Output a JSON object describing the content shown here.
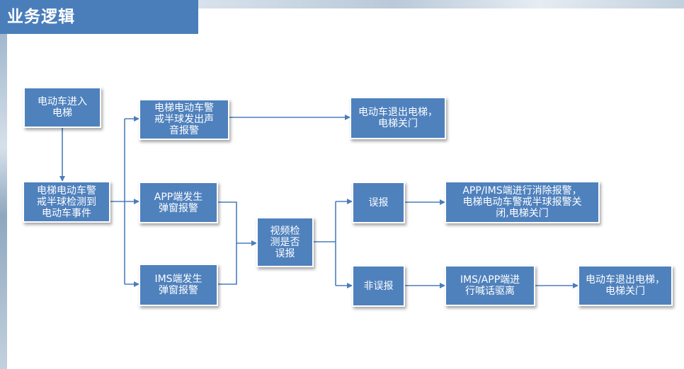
{
  "title": "业务逻辑",
  "nodes": {
    "enter": [
      "电动车进入",
      "电梯"
    ],
    "detect": [
      "电梯电动车警",
      "戒半球检测到",
      "电动车事件"
    ],
    "sound": [
      "电梯电动车警",
      "戒半球发出声",
      "音报警"
    ],
    "exit1": [
      "电动车退出电梯，",
      "电梯关门"
    ],
    "app_popup": [
      "APP端发生",
      "弹窗报警"
    ],
    "ims_popup": [
      "IMS端发生",
      "弹窗报警"
    ],
    "video_check": [
      "视频检",
      "测是否",
      "误报"
    ],
    "false_alarm": [
      "误报"
    ],
    "not_false_alarm": [
      "非误报"
    ],
    "clear_alarm": [
      "APP/IMS端进行消除报警，",
      "电梯电动车警戒半球报警关",
      "闭,电梯关门"
    ],
    "shout": [
      "IMS/APP端进",
      "行喊话驱离"
    ],
    "exit2": [
      "电动车退出电梯，",
      "电梯关门"
    ]
  },
  "colors": {
    "node_fill": "#4f81bd",
    "title_bar": "#4a7ebb",
    "arrow": "#4a7ebb"
  }
}
